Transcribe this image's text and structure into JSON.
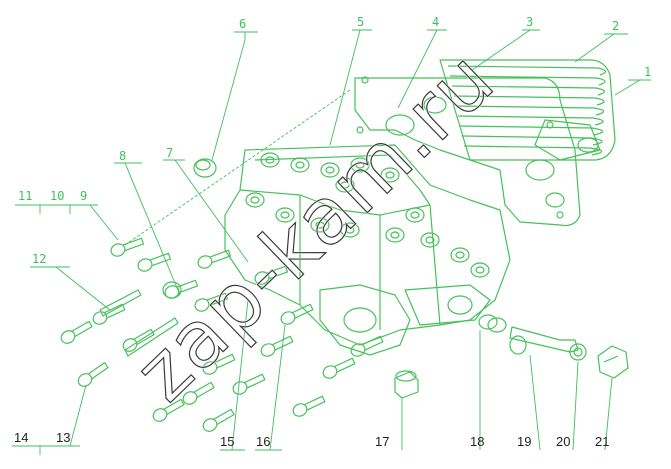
{
  "diagram": {
    "callouts_top": [
      "6",
      "5",
      "4",
      "3",
      "2",
      "1"
    ],
    "callouts_left": [
      "8",
      "7",
      "11",
      "10",
      "9",
      "12"
    ],
    "callouts_bottom": [
      "14",
      "13",
      "15",
      "16",
      "17",
      "18",
      "19",
      "20",
      "21"
    ]
  },
  "watermark": {
    "text": "zap-kam.ru"
  },
  "colors": {
    "line": "#46c15a",
    "label": "#222222",
    "background": "#ffffff"
  }
}
